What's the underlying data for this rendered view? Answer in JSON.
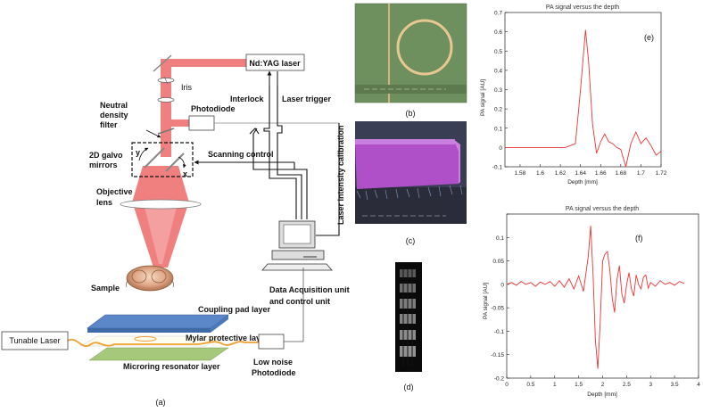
{
  "labels": {
    "nd_yag_laser": "Nd:YAG laser",
    "iris": "Iris",
    "interlock": "Interlock",
    "laser_trigger": "Laser trigger",
    "photodiode": "Photodiode",
    "neutral_density": [
      "Neutral",
      "density",
      "filter"
    ],
    "galvo": [
      "2D  galvo",
      "mirrors"
    ],
    "axis_y": "y",
    "axis_x": "x",
    "scanning_control": "Scanning control",
    "objective_lens": [
      "Objective",
      "lens"
    ],
    "laser_intensity_calibration": "Laser intensity calibration",
    "sample": "Sample",
    "coupling_pad": "Coupling pad layer",
    "mylar": "Mylar protective layer",
    "microring_layer": "Microring resonator layer",
    "tunable_laser": "Tunable Laser",
    "low_noise_photodiode": [
      "Low noise",
      "Photodiode"
    ],
    "daq": [
      "Data Acquisition unit",
      "and control unit"
    ],
    "panel_a": "(a)",
    "panel_b": "(b)",
    "panel_c": "(c)",
    "panel_d": "(d)",
    "panel_e": "(e)",
    "panel_f": "(f)"
  },
  "colors": {
    "beam": "#f08080",
    "coupling_pad": "#5b86c8",
    "microring_layer": "#a6c87a",
    "fiber": "#f0a030",
    "sem_green": "#6e8f5e",
    "sem_purple": "#b050c8",
    "plot_line": "#ee3333"
  },
  "chart_data": [
    {
      "type": "line",
      "title": "PA signal versus the depth",
      "xlabel": "Depth [mm]",
      "ylabel": "PA signal [AU]",
      "xlim": [
        1.565,
        1.72
      ],
      "ylim": [
        -0.1,
        0.7
      ],
      "xticks": [
        1.58,
        1.6,
        1.62,
        1.64,
        1.66,
        1.68,
        1.7,
        1.72
      ],
      "xtick_labels": [
        "1.58",
        "1.6",
        "1.62",
        "1.64",
        "1.66",
        "1.68",
        "1.7",
        "1.72"
      ],
      "yticks": [
        -0.1,
        0,
        0.1,
        0.2,
        0.3,
        0.4,
        0.5,
        0.6,
        0.7
      ],
      "ytick_labels": [
        "-0.1",
        "0",
        "0.1",
        "0.2",
        "0.3",
        "0.4",
        "0.5",
        "0.6",
        "0.7"
      ],
      "x": [
        1.565,
        1.575,
        1.585,
        1.595,
        1.605,
        1.615,
        1.625,
        1.635,
        1.64,
        1.645,
        1.648,
        1.652,
        1.656,
        1.66,
        1.664,
        1.668,
        1.672,
        1.676,
        1.68,
        1.685,
        1.69,
        1.695,
        1.7,
        1.705,
        1.71,
        1.715,
        1.72
      ],
      "y": [
        0.0,
        0.0,
        0.0,
        0.0,
        0.0,
        0.0,
        0.0,
        0.02,
        0.3,
        0.61,
        0.45,
        0.12,
        -0.03,
        0.03,
        0.07,
        0.03,
        0.02,
        0.0,
        -0.01,
        -0.1,
        0.02,
        0.08,
        0.02,
        0.05,
        0.01,
        -0.04,
        -0.02
      ],
      "grid": false
    },
    {
      "type": "line",
      "title": "PA signal versus the depth",
      "xlabel": "Depth [mm]",
      "ylabel": "PA signal [AU]",
      "xlim": [
        0,
        4
      ],
      "ylim": [
        -0.2,
        0.15
      ],
      "xticks": [
        0,
        0.5,
        1,
        1.5,
        2,
        2.5,
        3,
        3.5,
        4
      ],
      "xtick_labels": [
        "0",
        "0.5",
        "1",
        "1.5",
        "2",
        "2.5",
        "3",
        "3.5",
        "4"
      ],
      "yticks": [
        -0.2,
        -0.15,
        -0.1,
        -0.05,
        0,
        0.05,
        0.1,
        0.15
      ],
      "ytick_labels": [
        "-0.2",
        "-0.15",
        "-0.1",
        "-0.05",
        "0",
        "0.05",
        "0.1"
      ],
      "x": [
        0.0,
        0.1,
        0.2,
        0.3,
        0.4,
        0.5,
        0.6,
        0.7,
        0.8,
        0.9,
        1.0,
        1.1,
        1.2,
        1.3,
        1.4,
        1.5,
        1.6,
        1.7,
        1.75,
        1.8,
        1.85,
        1.9,
        1.95,
        2.0,
        2.05,
        2.1,
        2.15,
        2.2,
        2.25,
        2.3,
        2.35,
        2.4,
        2.45,
        2.5,
        2.55,
        2.6,
        2.65,
        2.7,
        2.75,
        2.8,
        2.85,
        2.9,
        2.95,
        3.0,
        3.1,
        3.2,
        3.3,
        3.4,
        3.5,
        3.6,
        3.7
      ],
      "y": [
        0.0,
        0.004,
        -0.002,
        0.006,
        0.0,
        0.004,
        -0.004,
        0.005,
        0.0,
        0.006,
        -0.004,
        0.008,
        -0.006,
        0.012,
        -0.01,
        0.018,
        -0.015,
        0.06,
        0.125,
        0.02,
        -0.12,
        -0.18,
        -0.08,
        0.05,
        0.065,
        0.07,
        0.03,
        -0.03,
        -0.06,
        0.01,
        0.04,
        -0.02,
        -0.04,
        0.0,
        0.025,
        -0.01,
        -0.025,
        0.02,
        0.0,
        -0.01,
        0.015,
        0.02,
        -0.008,
        0.004,
        -0.004,
        0.008,
        0.0,
        0.004,
        -0.002,
        0.006,
        0.002
      ],
      "grid": false
    }
  ]
}
